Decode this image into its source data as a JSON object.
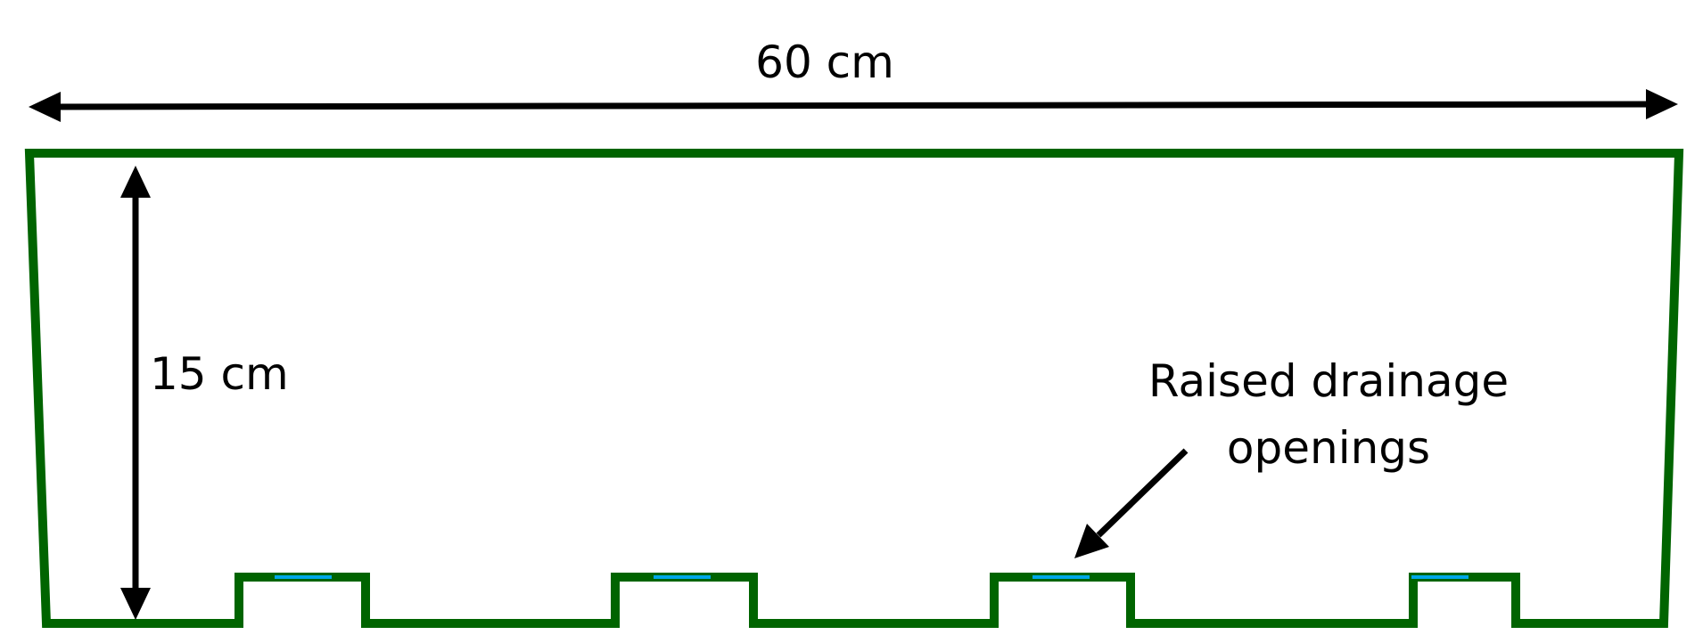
{
  "labels": {
    "width": "60 cm",
    "height": "15 cm",
    "annotation_line1": "Raised drainage",
    "annotation_line2": "openings"
  },
  "colors": {
    "outline": "#006400",
    "opening": "#00A8E8",
    "arrow": "#000000",
    "background": "#ffffff"
  }
}
